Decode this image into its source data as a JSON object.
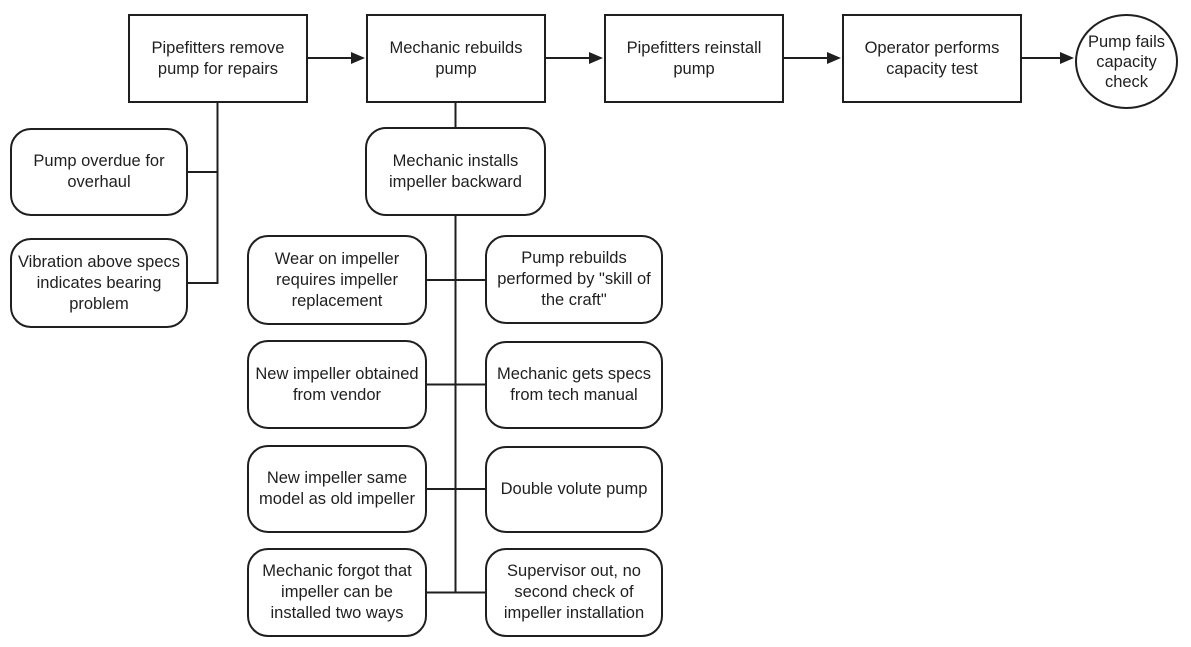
{
  "diagram": {
    "kind": "events-and-causal-factors-chart",
    "colors": {
      "background": "#ffffff",
      "stroke": "#1f1f1f",
      "text": "#1f1f1f"
    },
    "nodes": {
      "step1": {
        "label": "Pipefitters remove pump for repairs",
        "shape": "rectangle"
      },
      "step2": {
        "label": "Mechanic rebuilds pump",
        "shape": "rectangle"
      },
      "step3": {
        "label": "Pipefitters reinstall pump",
        "shape": "rectangle"
      },
      "step4": {
        "label": "Operator performs capacity test",
        "shape": "rectangle"
      },
      "end": {
        "label": "Pump fails capacity check",
        "shape": "circle"
      },
      "cause_overdue": {
        "label": "Pump overdue for overhaul",
        "shape": "rounded"
      },
      "cause_vibration": {
        "label": "Vibration above specs indicates bearing problem",
        "shape": "rounded"
      },
      "cause_backward": {
        "label": "Mechanic installs impeller backward",
        "shape": "rounded"
      },
      "cause_wear": {
        "label": "Wear on impeller requires impeller replacement",
        "shape": "rounded"
      },
      "cause_skill": {
        "label": "Pump rebuilds performed by \"skill of the craft\"",
        "shape": "rounded"
      },
      "cause_vendor": {
        "label": "New impeller obtained from vendor",
        "shape": "rounded"
      },
      "cause_specs": {
        "label": "Mechanic gets specs from tech manual",
        "shape": "rounded"
      },
      "cause_same_model": {
        "label": "New impeller same model as old impeller",
        "shape": "rounded"
      },
      "cause_volute": {
        "label": "Double volute pump",
        "shape": "rounded"
      },
      "cause_forgot": {
        "label": "Mechanic forgot that impeller can be installed two ways",
        "shape": "rounded"
      },
      "cause_supervisor": {
        "label": "Supervisor out, no second check of impeller installation",
        "shape": "rounded"
      }
    },
    "event_flow": [
      "step1",
      "step2",
      "step3",
      "step4",
      "end"
    ],
    "cause_links": {
      "step1": [
        "cause_overdue",
        "cause_vibration"
      ],
      "step2": [
        "cause_backward"
      ],
      "cause_backward": [
        "cause_wear",
        "cause_skill",
        "cause_vendor",
        "cause_specs",
        "cause_same_model",
        "cause_volute",
        "cause_forgot",
        "cause_supervisor"
      ]
    }
  }
}
